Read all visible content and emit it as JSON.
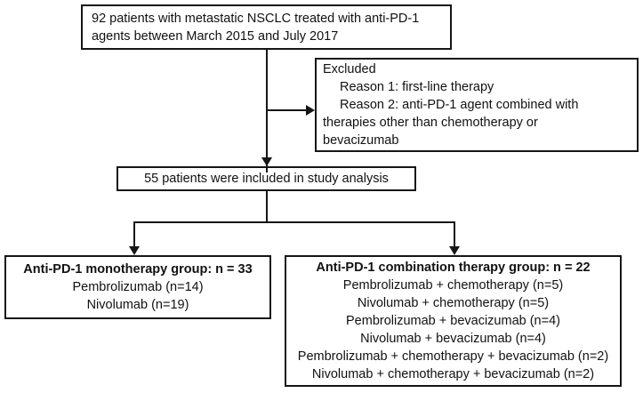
{
  "diagram": {
    "type": "patient-flow-chart",
    "nodes": {
      "enrolled": {
        "lines": [
          "92 patients with metastatic NSCLC treated with anti-PD-1",
          "agents between March 2015 and July 2017"
        ]
      },
      "excluded": {
        "heading": "Excluded",
        "lines": [
          "Reason 1: first-line therapy",
          "Reason 2: anti-PD-1 agent combined with",
          "therapies other than chemotherapy or",
          "bevacizumab"
        ]
      },
      "included": {
        "lines": [
          "55 patients were included in study analysis"
        ]
      },
      "monotherapy": {
        "title": "Anti-PD-1 monotherapy group: n = 33",
        "lines": [
          "Pembrolizumab (n=14)",
          "Nivolumab (n=19)"
        ]
      },
      "combination": {
        "title": "Anti-PD-1 combination therapy group: n = 22",
        "lines": [
          "Pembrolizumab + chemotherapy (n=5)",
          "Nivolumab + chemotherapy (n=5)",
          "Pembrolizumab + bevacizumab (n=4)",
          "Nivolumab + bevacizumab (n=4)",
          "Pembrolizumab + chemotherapy + bevacizumab (n=2)",
          "Nivolumab + chemotherapy + bevacizumab (n=2)"
        ]
      }
    },
    "colors": {
      "stroke": "#161616",
      "background": "#ffffff",
      "text": "#111111"
    }
  }
}
